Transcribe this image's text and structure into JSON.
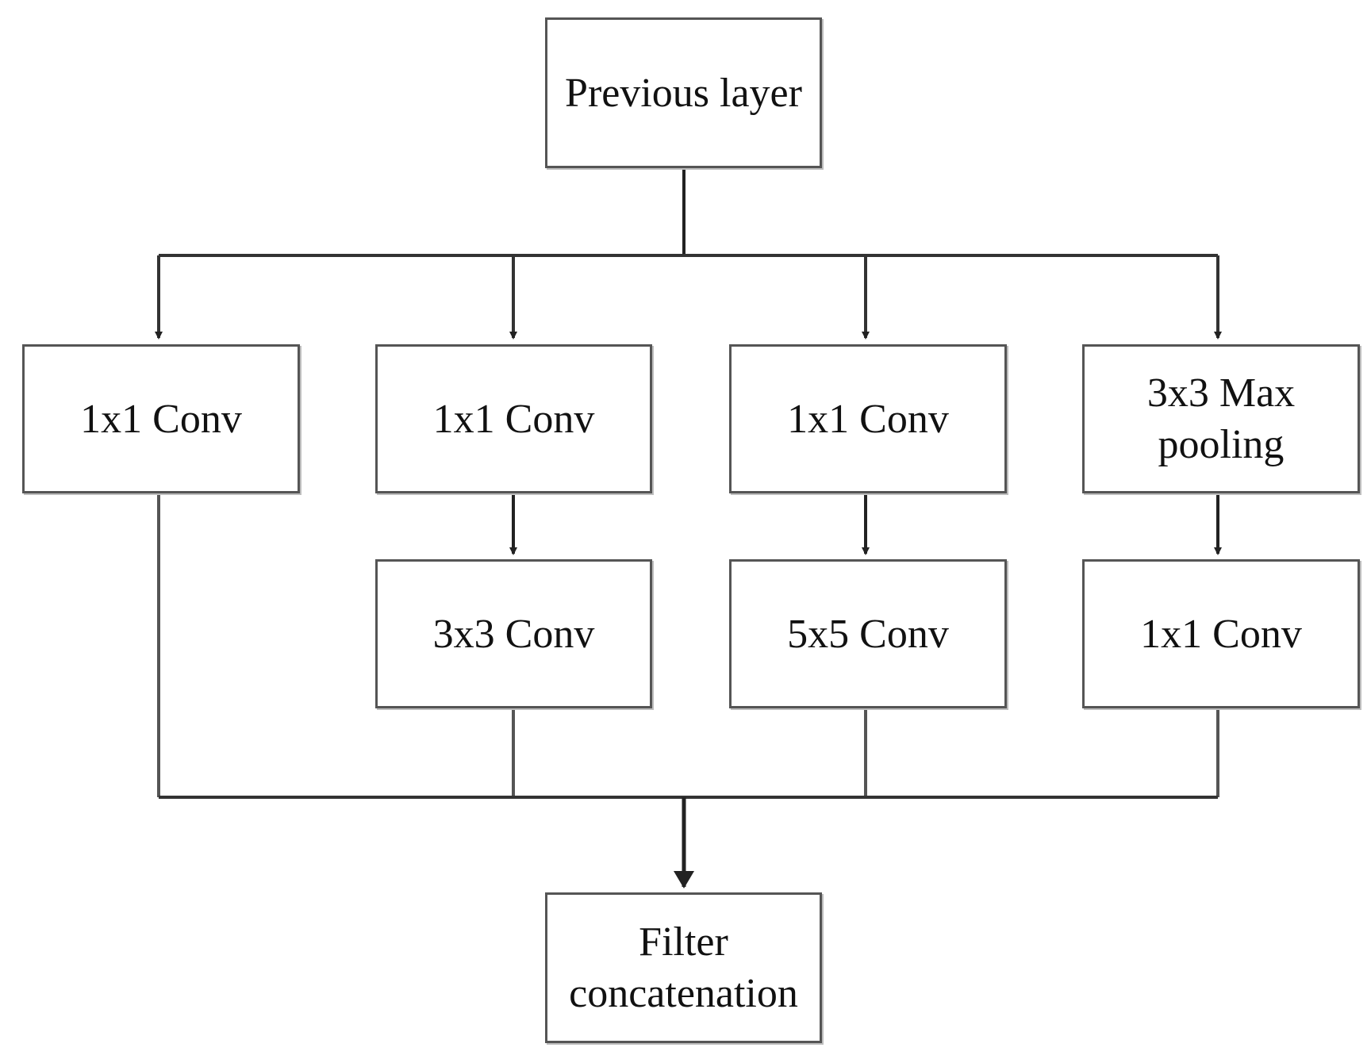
{
  "diagram": {
    "top": {
      "label": "Previous layer"
    },
    "branch1": {
      "conv": "1x1 Conv"
    },
    "branch2": {
      "conv1": "1x1 Conv",
      "conv2": "3x3 Conv"
    },
    "branch3": {
      "conv1": "1x1 Conv",
      "conv2": "5x5 Conv"
    },
    "branch4": {
      "pool": "3x3 Max\npooling",
      "conv": "1x1 Conv"
    },
    "bottom": {
      "label": "Filter\nconcatenation"
    }
  },
  "colors": {
    "stroke": "#555555",
    "arrow": "#222222",
    "text": "#111111",
    "background": "#ffffff"
  }
}
